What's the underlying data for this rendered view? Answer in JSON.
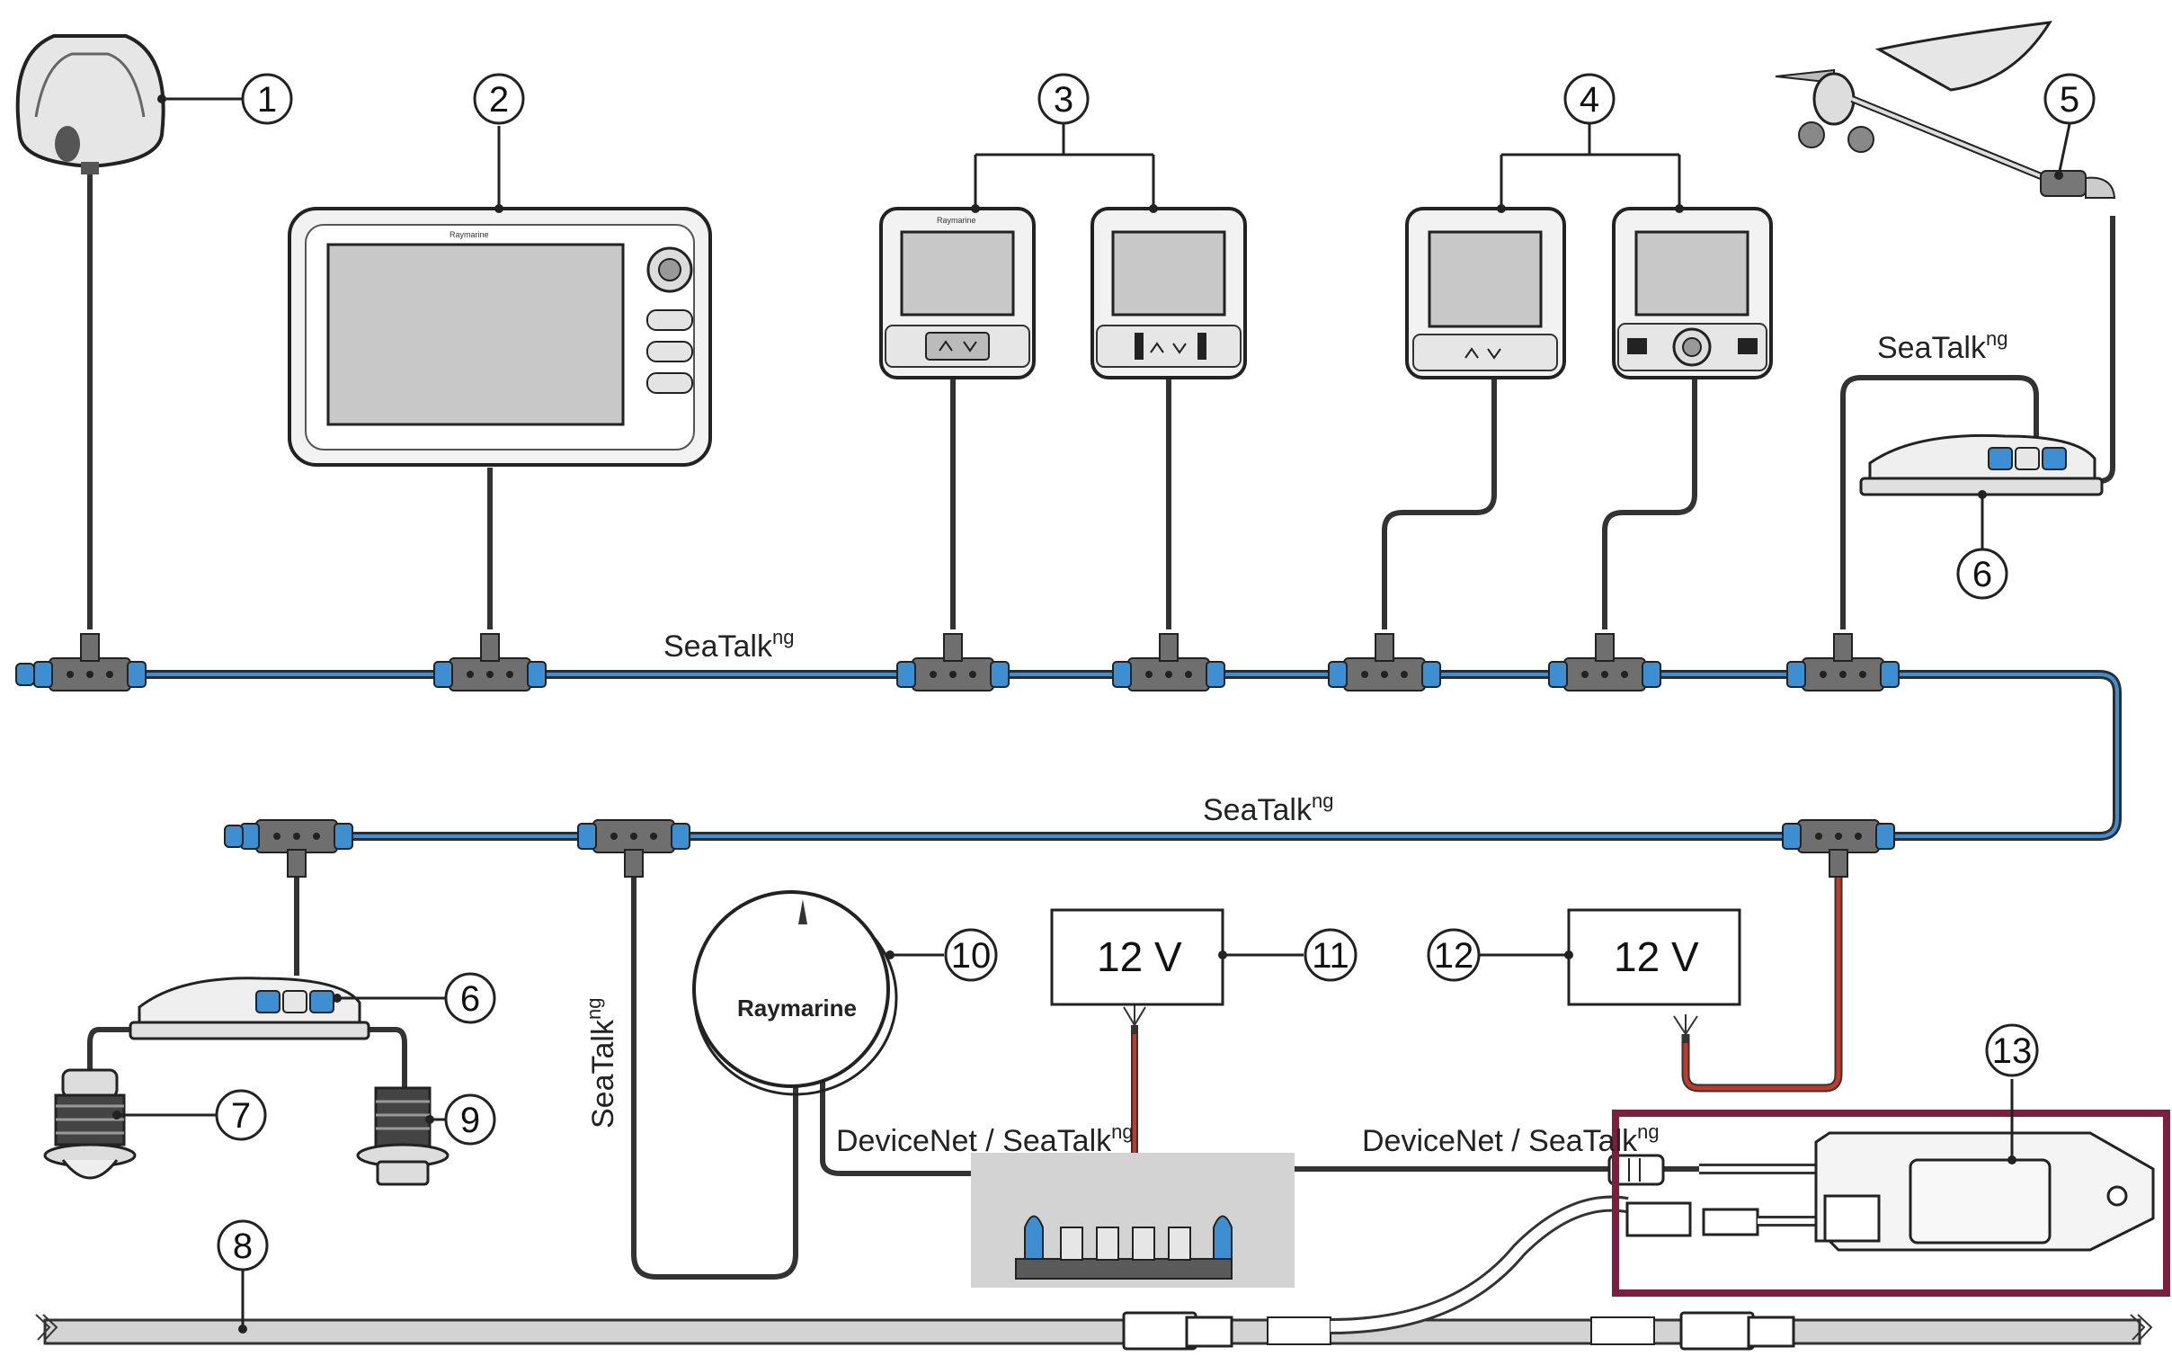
{
  "callouts": [
    "1",
    "2",
    "3",
    "4",
    "5",
    "6",
    "7",
    "8",
    "9",
    "10",
    "11",
    "12",
    "13"
  ],
  "network_labels": {
    "backbone_main": "SeaTalk",
    "backbone_main_sup": "ng",
    "backbone_second": "SeaTalk",
    "backbone_second_sup": "ng",
    "spur_wind": "SeaTalk",
    "spur_wind_sup": "ng",
    "spur_vertical": "SeaTalk",
    "spur_vertical_sup": "ng",
    "devicenet_left": "DeviceNet / SeaTalk",
    "devicenet_left_sup": "ng",
    "devicenet_right": "DeviceNet / SeaTalk",
    "devicenet_right_sup": "ng"
  },
  "power_supplies": {
    "psu_11": "12 V",
    "psu_12": "12 V"
  },
  "brand": {
    "compass": "Raymarine",
    "display": "Raymarine",
    "instrument": "Raymarine"
  },
  "colors": {
    "connector_blue": "#3d8fd1",
    "cable_dark": "#333333",
    "power_red": "#c0392b",
    "highlight_frame": "#7a1f3d",
    "screen_gray": "#c8c8c8",
    "shade_gray": "#d3d3d3"
  },
  "icons": [
    "gps-antenna-icon",
    "multifunction-display-icon",
    "instrument-display-icon",
    "pilot-control-icon",
    "wind-transducer-icon",
    "acu-interface-icon",
    "depth-transducer-icon",
    "speed-transducer-icon",
    "compass-icon",
    "power-terminal-icon",
    "gateway-icon"
  ]
}
